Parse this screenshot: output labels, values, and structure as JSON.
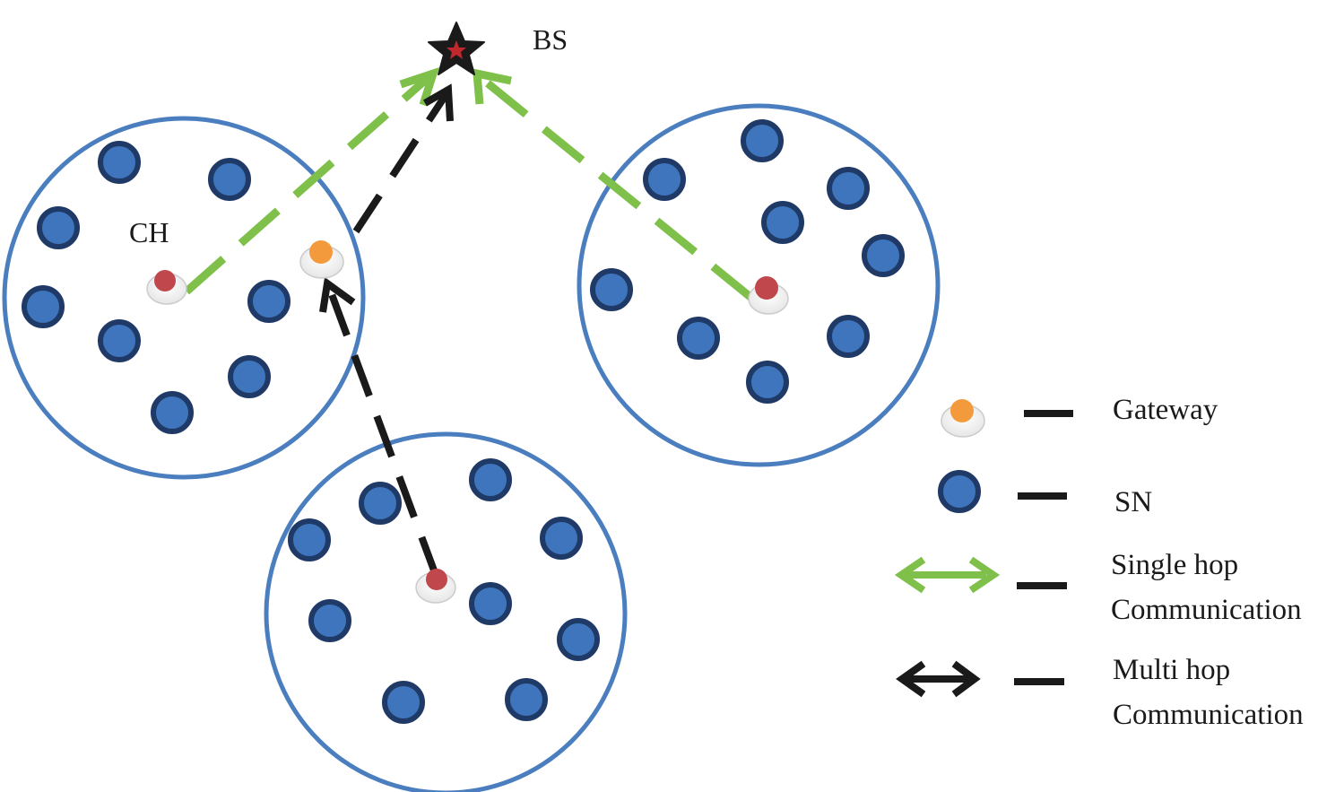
{
  "labels": {
    "bs": "BS",
    "ch": "CH"
  },
  "legend": {
    "gateway": "Gateway",
    "sn": "SN",
    "single_hop_line1": "Single hop",
    "single_hop_line2": "Communication",
    "multi_hop_line1": "Multi hop",
    "multi_hop_line2": "Communication"
  },
  "icons": {
    "base_station": "star-icon",
    "cluster_head": "red-node-icon",
    "gateway": "orange-node-icon",
    "sensor_node": "blue-node-icon"
  },
  "colors": {
    "cluster_ring": "#4a7ebf",
    "sensor_fill": "#3f75bd",
    "sensor_stroke": "#1f3a66",
    "cluster_head": "#c0484c",
    "gateway": "#f39a3c",
    "single_hop": "#7fc04a",
    "multi_hop": "#1a1a1a"
  }
}
